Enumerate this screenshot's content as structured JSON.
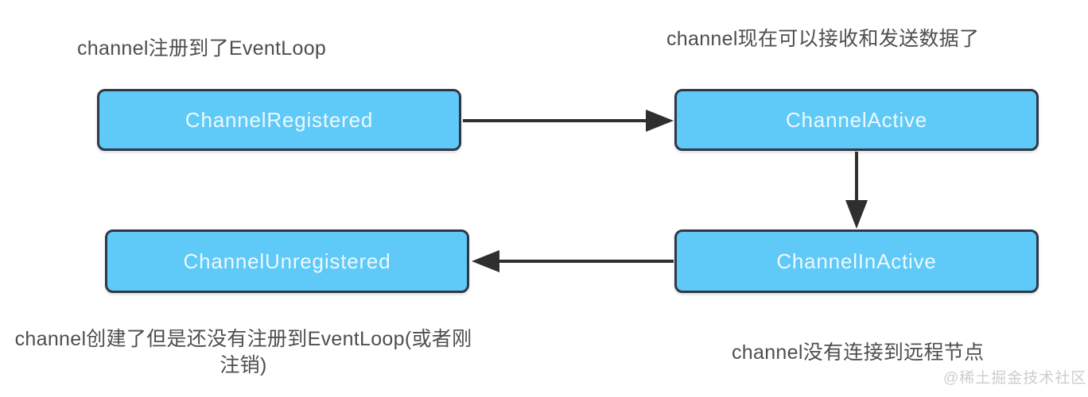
{
  "diagram": {
    "annotations": {
      "top_left": "channel注册到了EventLoop",
      "top_right": "channel现在可以接收和发送数据了",
      "bottom_left": "channel创建了但是还没有注册到EventLoop(或者刚注销)",
      "bottom_right": "channel没有连接到远程节点"
    },
    "states": [
      {
        "id": "registered",
        "label": "ChannelRegistered"
      },
      {
        "id": "active",
        "label": "ChannelActive"
      },
      {
        "id": "unregistered",
        "label": "ChannelUnregistered"
      },
      {
        "id": "inactive",
        "label": "ChannelInActive"
      }
    ],
    "edges": [
      {
        "from": "ChannelRegistered",
        "to": "ChannelActive",
        "direction": "right"
      },
      {
        "from": "ChannelActive",
        "to": "ChannelInActive",
        "direction": "down"
      },
      {
        "from": "ChannelInActive",
        "to": "ChannelUnregistered",
        "direction": "left"
      }
    ],
    "colors": {
      "box_fill": "#5fc9f7",
      "box_border": "#303846",
      "box_text": "#ecf9ff",
      "caption_text": "#4e4e4e",
      "arrow": "#2f2f2f",
      "watermark": "#cdcdcd"
    },
    "watermark": "@稀土掘金技术社区"
  }
}
